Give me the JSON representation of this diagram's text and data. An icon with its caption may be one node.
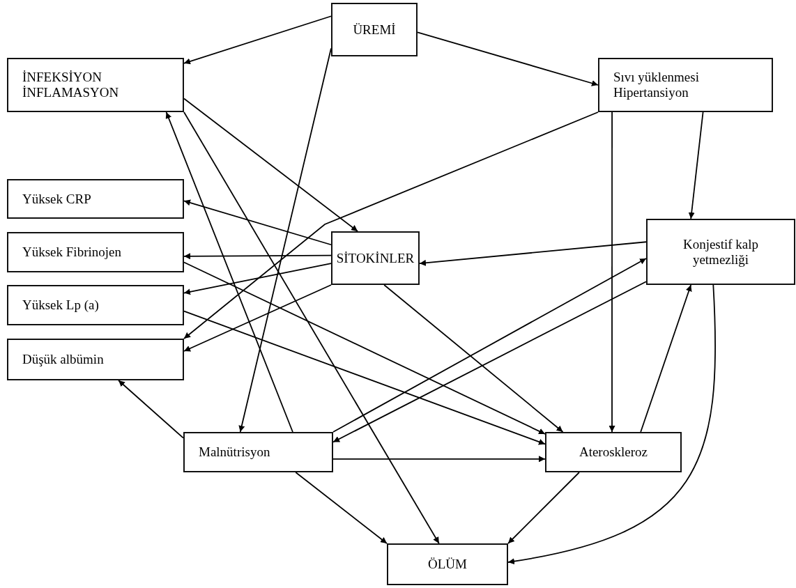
{
  "diagram": {
    "nodes": [
      {
        "text": [
          "ÜREMİ"
        ]
      },
      {
        "text": [
          "İNFEKSİYON",
          "İNFLAMASYON"
        ]
      },
      {
        "text": [
          "Sıvı yüklenmesi",
          "Hipertansiyon"
        ]
      },
      {
        "text": [
          "Yüksek CRP"
        ]
      },
      {
        "text": [
          "SİTOKİNLER"
        ]
      },
      {
        "text": [
          "Konjestif kalp yetmezliği"
        ]
      },
      {
        "text": [
          "Yüksek Fibrinojen"
        ]
      },
      {
        "text": [
          "Yüksek Lp (a)"
        ]
      },
      {
        "text": [
          "Düşük albümin"
        ]
      },
      {
        "text": [
          "Malnütrisyon"
        ]
      },
      {
        "text": [
          "Ateroskleroz"
        ]
      },
      {
        "text": [
          "ÖLÜM"
        ]
      }
    ],
    "edges": [
      {
        "from": 0,
        "to": 1,
        "arrow": "to"
      },
      {
        "from": 0,
        "to": 2,
        "arrow": "to"
      },
      {
        "from": 0,
        "to": 9,
        "arrow": "to"
      },
      {
        "from": 1,
        "to": 4,
        "arrow": "to"
      },
      {
        "from": 1,
        "to": 11,
        "arrow": "to"
      },
      {
        "from": 9,
        "to": 1,
        "arrow": "to"
      },
      {
        "from": 2,
        "to": 8,
        "arrow": "to"
      },
      {
        "from": 2,
        "to": 10,
        "arrow": "to"
      },
      {
        "from": 2,
        "to": 5,
        "arrow": "to"
      },
      {
        "from": 4,
        "to": 3,
        "arrow": "to"
      },
      {
        "from": 4,
        "to": 6,
        "arrow": "to"
      },
      {
        "from": 4,
        "to": 7,
        "arrow": "to"
      },
      {
        "from": 4,
        "to": 8,
        "arrow": "to"
      },
      {
        "from": 5,
        "to": 4,
        "arrow": "to"
      },
      {
        "from": 4,
        "to": 10,
        "arrow": "to"
      },
      {
        "from": 6,
        "to": 10,
        "arrow": "to"
      },
      {
        "from": 7,
        "to": 10,
        "arrow": "to"
      },
      {
        "from": 9,
        "to": 5,
        "arrow": "to"
      },
      {
        "from": 5,
        "to": 9,
        "arrow": "to"
      },
      {
        "from": 9,
        "to": 8,
        "arrow": "to"
      },
      {
        "from": 9,
        "to": 10,
        "arrow": "to"
      },
      {
        "from": 9,
        "to": 11,
        "arrow": "to"
      },
      {
        "from": 10,
        "to": 11,
        "arrow": "to"
      },
      {
        "from": 10,
        "to": 5,
        "arrow": "to"
      },
      {
        "from": 5,
        "to": 11,
        "arrow": "to"
      }
    ]
  }
}
